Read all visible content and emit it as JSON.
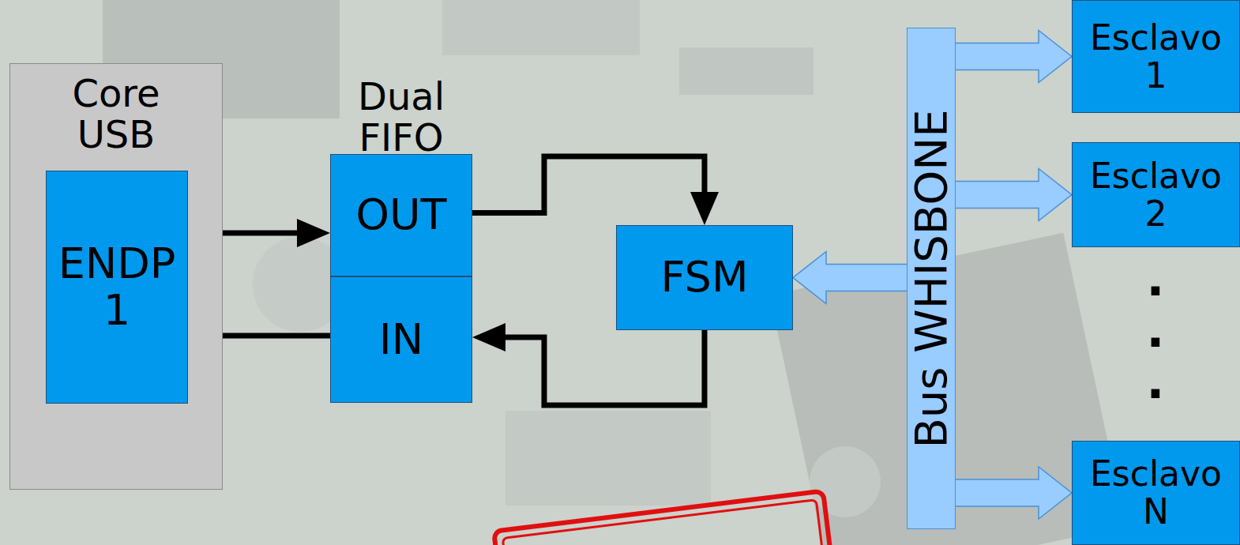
{
  "diagram": {
    "nodes": [
      {
        "text": [
          "Core USB"
        ]
      },
      {
        "text": [
          "ENDP 1"
        ],
        "in": 0
      },
      {
        "text": [
          "Dual FIFO"
        ]
      },
      {
        "text": [
          "OUT"
        ],
        "in": 2
      },
      {
        "text": [
          "IN"
        ],
        "in": 2
      },
      {
        "text": [
          "FSM"
        ]
      },
      {
        "text": [
          "Bus WHISBONE"
        ]
      },
      {
        "text": [
          "Esclavo 1"
        ]
      },
      {
        "text": [
          "Esclavo 2"
        ]
      },
      {
        "text": [
          "Esclavo N"
        ]
      }
    ],
    "edges": [
      {
        "from": 1,
        "to": 3,
        "arrow": "to"
      },
      {
        "from": 4,
        "to": 1,
        "arrow": "to"
      },
      {
        "from": 3,
        "to": 5,
        "arrow": "to"
      },
      {
        "from": 5,
        "to": 4,
        "arrow": "to"
      },
      {
        "from": 6,
        "to": 5,
        "arrow": "to"
      },
      {
        "from": 6,
        "to": 7,
        "arrow": "to"
      },
      {
        "from": 6,
        "to": 8,
        "arrow": "to"
      },
      {
        "from": 6,
        "to": 9,
        "arrow": "to"
      }
    ],
    "labels": [
      ".",
      ".",
      "."
    ]
  }
}
